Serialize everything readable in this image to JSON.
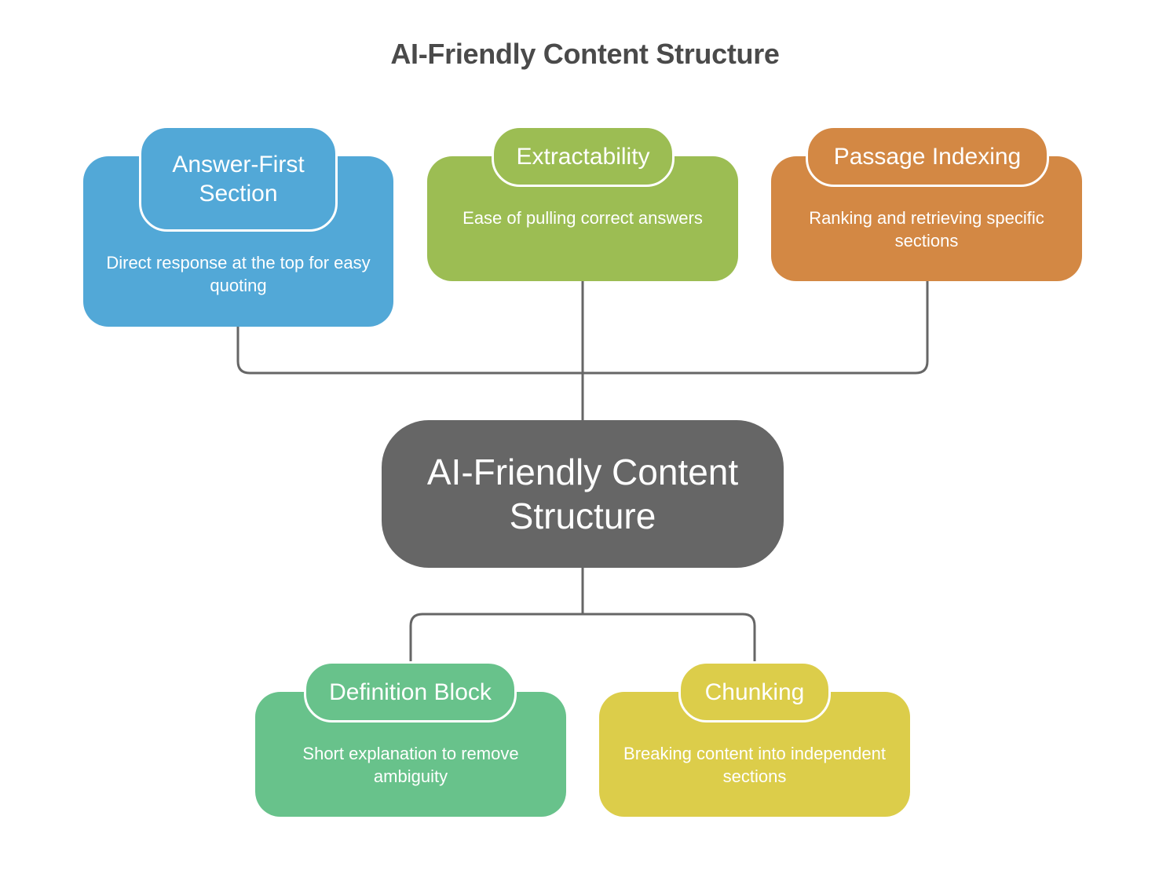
{
  "title": "AI-Friendly Content Structure",
  "center_node": {
    "label": "AI-Friendly Content Structure"
  },
  "colors": {
    "answer_first": "#52a8d7",
    "extractability": "#9cbd53",
    "passage_indexing": "#d38844",
    "definition_block": "#68c28b",
    "chunking": "#dccd4a",
    "center": "#666666",
    "connector": "#666666"
  },
  "nodes": [
    {
      "id": "answer-first",
      "title": "Answer-First Section",
      "description": "Direct response at the top for easy quoting"
    },
    {
      "id": "extractability",
      "title": "Extractability",
      "description": "Ease of pulling correct answers"
    },
    {
      "id": "passage-indexing",
      "title": "Passage Indexing",
      "description": "Ranking and retrieving specific sections"
    },
    {
      "id": "definition-block",
      "title": "Definition Block",
      "description": "Short explanation to remove ambiguity"
    },
    {
      "id": "chunking",
      "title": "Chunking",
      "description": "Breaking content into independent sections"
    }
  ]
}
